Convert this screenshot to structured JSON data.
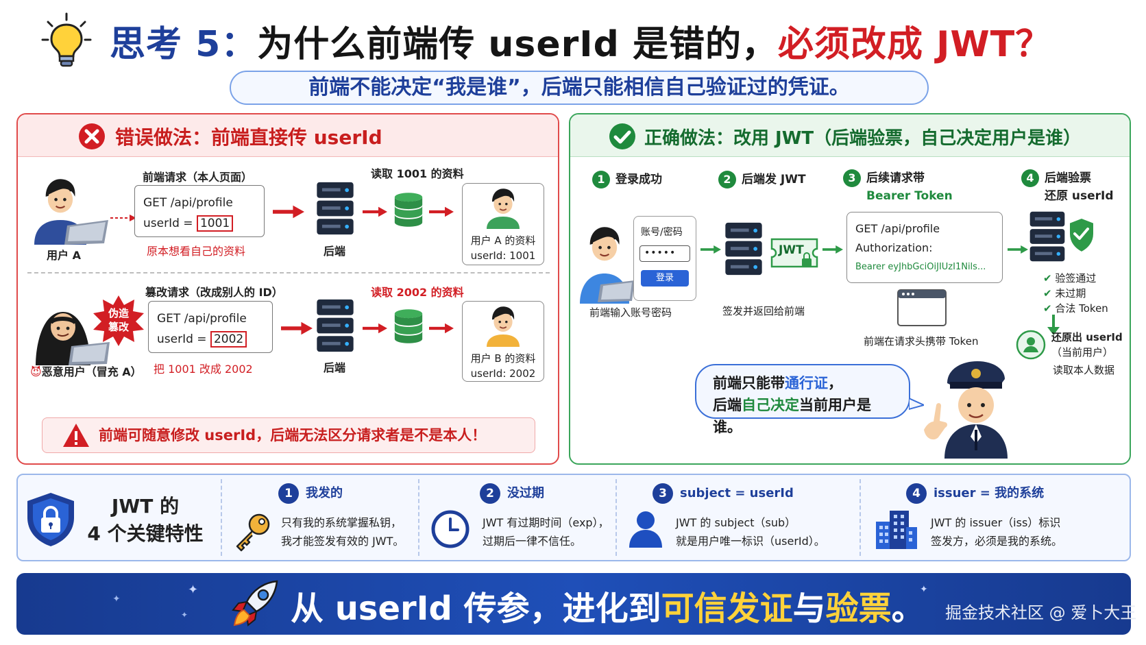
{
  "title": {
    "part1": "思考 5：",
    "part2": "为什么前端传 userId 是错的，",
    "part3": "必须改成 JWT？"
  },
  "subtitle": "前端不能决定“我是谁”，后端只能相信自己验证过的凭证。",
  "left_panel": {
    "header": "错误做法：前端直接传 userId",
    "row1": {
      "user_label": "用户 A",
      "req_title": "前端请求（本人页面）",
      "req_line1": "GET /api/profile",
      "req_line2_prefix": "userId = ",
      "req_line2_value": "1001",
      "req_note": "原本想看自己的资料",
      "server_label": "后端",
      "read_label": "读取 1001 的资料",
      "profile_line1": "用户 A 的资料",
      "profile_line2": "userId: 1001"
    },
    "row2": {
      "user_label": "恶意用户（冒充 A）",
      "stamp_line1": "伪造",
      "stamp_line2": "篡改",
      "req_title": "篡改请求（改成别人的 ID）",
      "req_line1": "GET /api/profile",
      "req_line2_prefix": "userId = ",
      "req_line2_value": "2002",
      "req_note": "把 1001 改成 2002",
      "server_label": "后端",
      "read_label": "读取 2002 的资料",
      "profile_line1": "用户 B 的资料",
      "profile_line2": "userId: 2002"
    },
    "warning": "前端可随意修改 userId，后端无法区分请求者是不是本人！"
  },
  "right_panel": {
    "header": "正确做法：改用 JWT（后端验票，自己决定用户是谁）",
    "steps": [
      {
        "num": "1",
        "line1": "登录成功",
        "line2": ""
      },
      {
        "num": "2",
        "line1": "后端发 JWT",
        "line2": ""
      },
      {
        "num": "3",
        "line1": "后续请求带",
        "line2": "Bearer Token"
      },
      {
        "num": "4",
        "line1": "后端验票",
        "line2": "还原 userId"
      }
    ],
    "login_box": {
      "label": "账号/密码",
      "password": "•••••",
      "button": "登录"
    },
    "login_caption": "前端输入账号密码",
    "jwt_label": "JWT",
    "server_caption": "签发并返回给前端",
    "request": {
      "line1": "GET /api/profile",
      "line2": "Authorization:",
      "line3": "Bearer eyJhbGciOiJIUzI1Nils..."
    },
    "browser_caption": "前端在请求头携带 Token",
    "checks": [
      "验签通过",
      "未过期",
      "合法 Token"
    ],
    "restore_line1": "还原出 userId",
    "restore_line2": "（当前用户）",
    "restore_caption": "读取本人数据",
    "bubble": {
      "line1_a": "前端只能带",
      "line1_b": "通行证",
      "line1_c": "，",
      "line2_a": "后端",
      "line2_b": "自己决定",
      "line2_c": "当前用户是谁。"
    }
  },
  "features": {
    "title_line1": "JWT 的",
    "title_line2": "4 个关键特性",
    "items": [
      {
        "num": "1",
        "title": "我发的",
        "line1": "只有我的系统掌握私钥，",
        "line2": "我才能签发有效的 JWT。"
      },
      {
        "num": "2",
        "title": "没过期",
        "line1": "JWT 有过期时间（exp），",
        "line2": "过期后一律不信任。"
      },
      {
        "num": "3",
        "title": "subject = userId",
        "line1": "JWT 的 subject（sub）",
        "line2": "就是用户唯一标识（userId）。"
      },
      {
        "num": "4",
        "title": "issuer = 我的系统",
        "line1": "JWT 的 issuer（iss）标识",
        "line2": "签发方，必须是我的系统。"
      }
    ]
  },
  "banner": {
    "part1": "从 userId 传参，进化到",
    "part2": "可信发证",
    "part3": "与",
    "part4": "验票",
    "part5": "。",
    "watermark": "掘金技术社区 @ 爱卜大王"
  },
  "icons": [
    "lightbulb-icon",
    "error-x-icon",
    "check-circle-icon",
    "server-icon",
    "database-icon",
    "user-icon",
    "hacker-icon",
    "warning-icon",
    "shield-check-icon",
    "lock-icon",
    "key-icon",
    "clock-icon",
    "person-icon",
    "building-icon",
    "rocket-icon",
    "police-icon"
  ],
  "colors": {
    "primary_blue": "#1e3f9a",
    "danger_red": "#d21e24",
    "success_green": "#1f8a3d",
    "highlight_yellow": "#ffd23a"
  }
}
